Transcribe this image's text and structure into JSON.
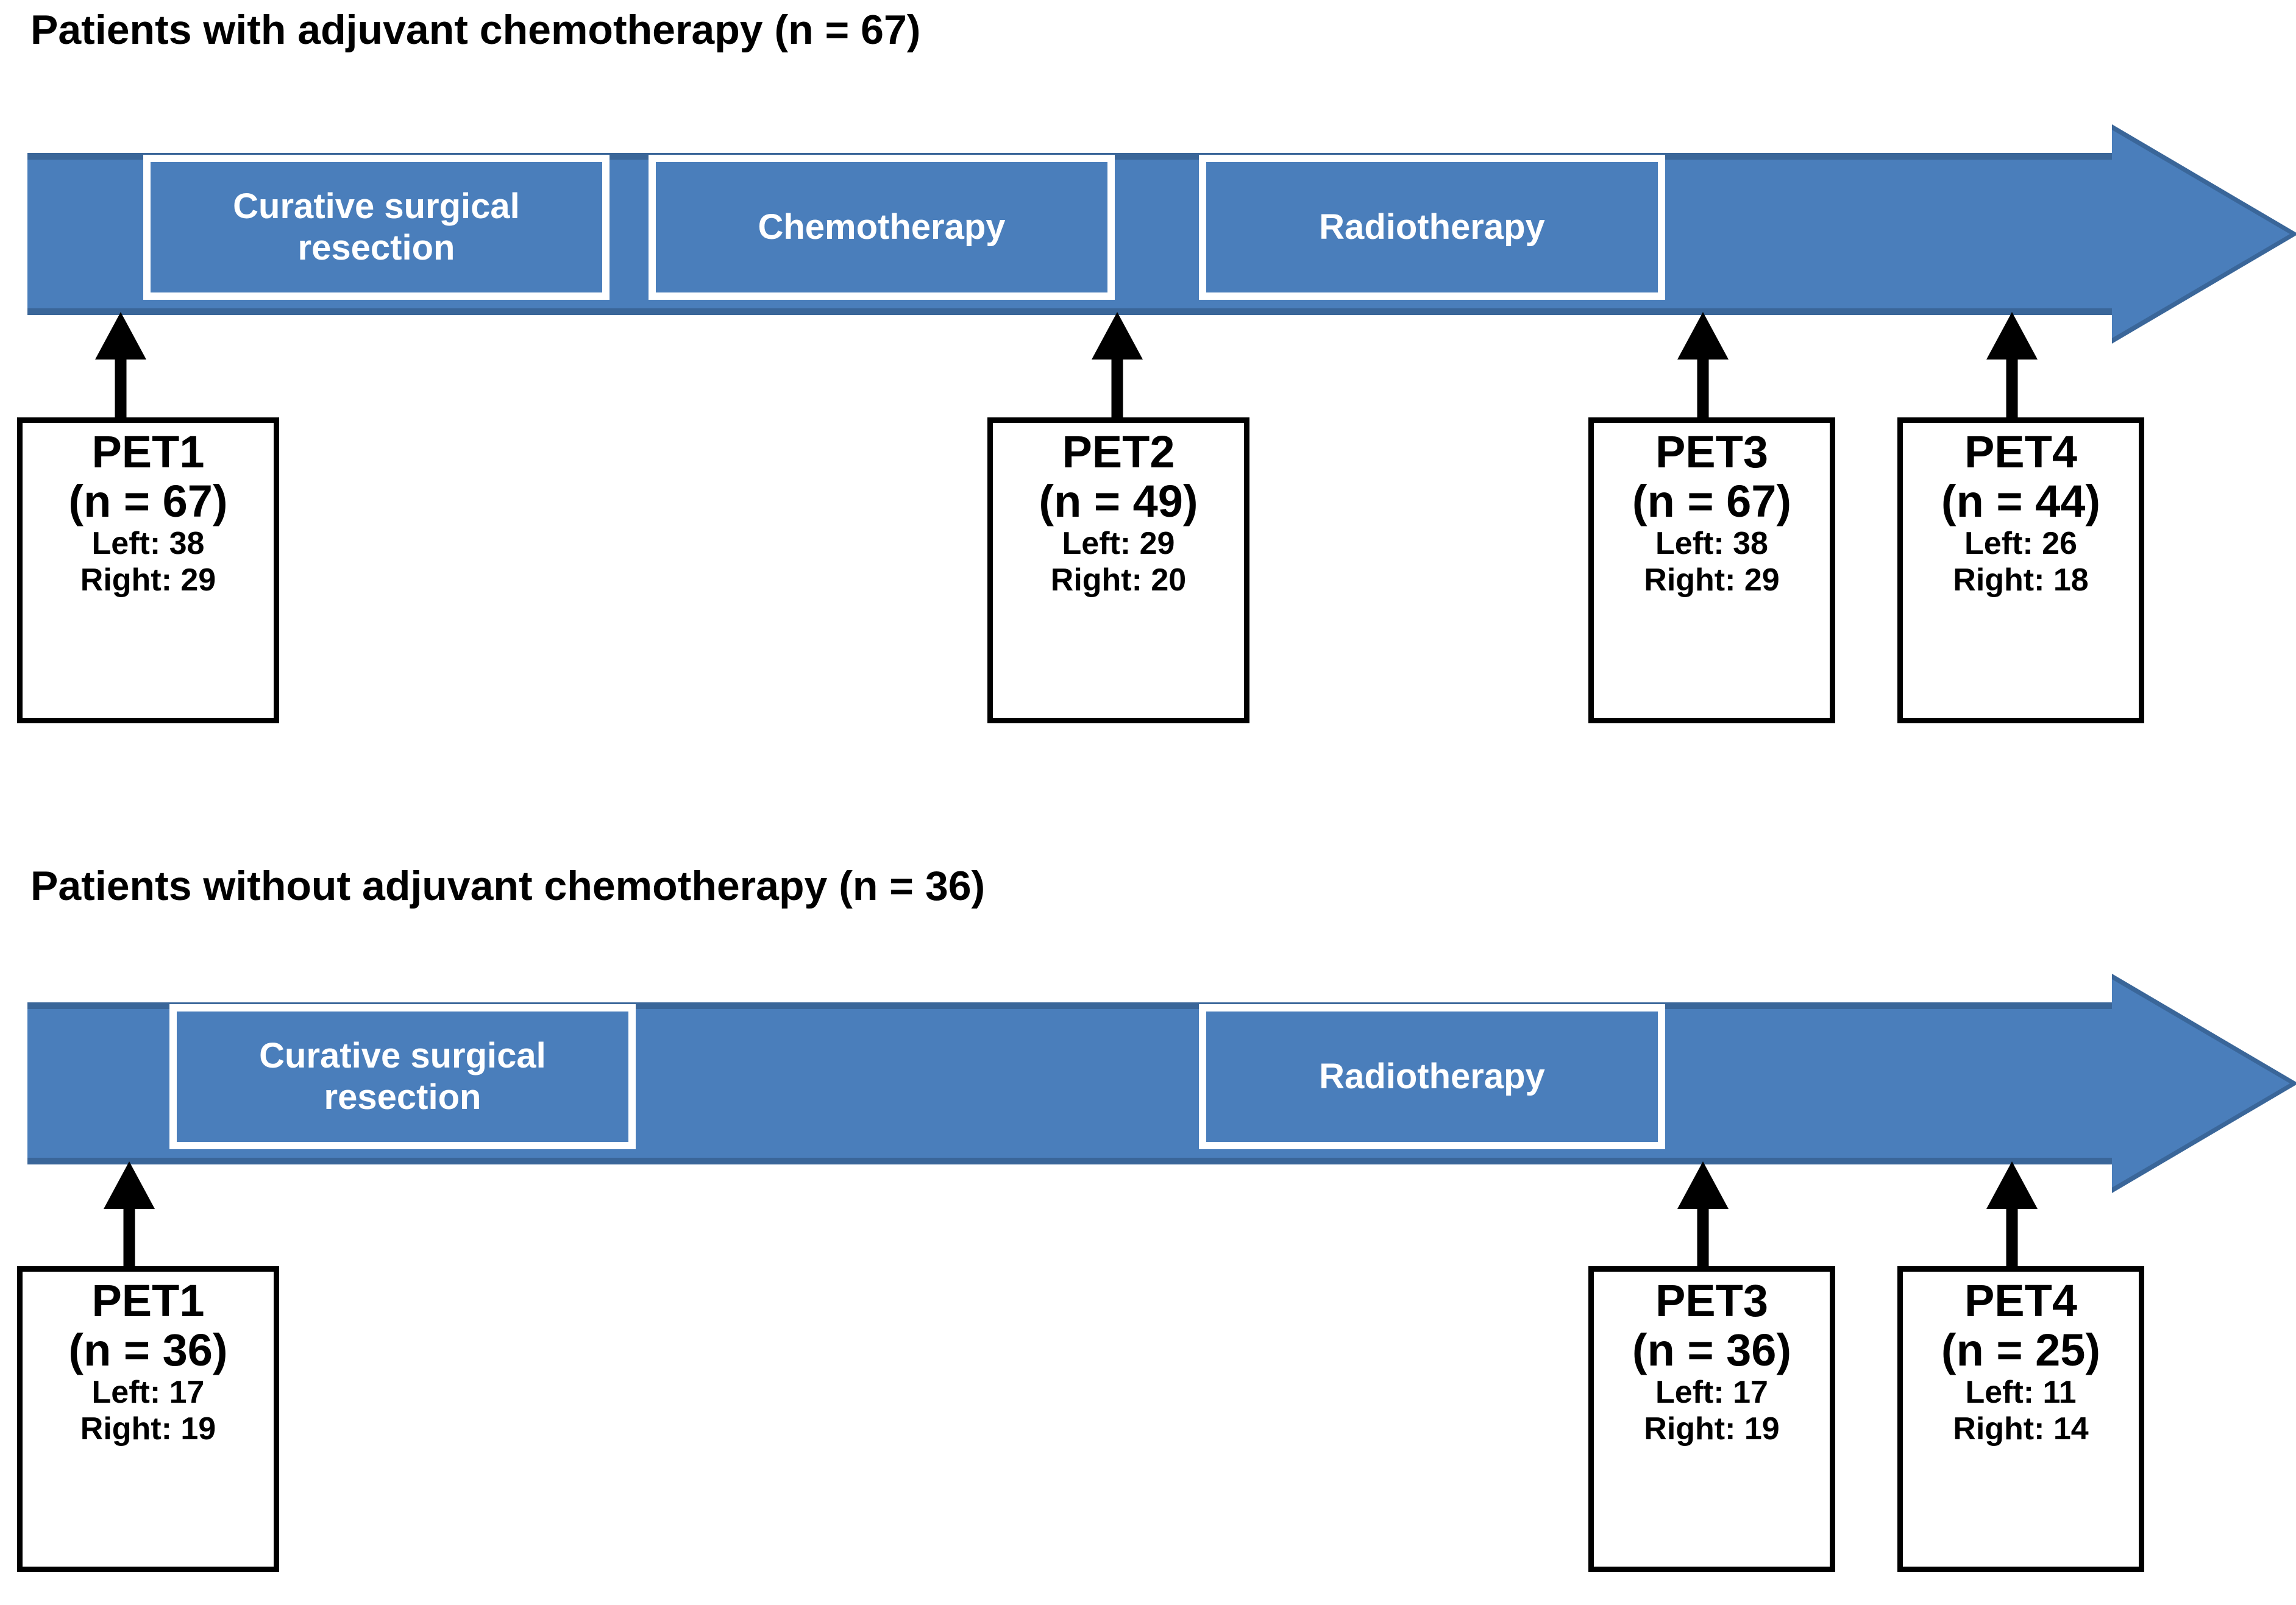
{
  "figure": {
    "type": "timeline-diagram",
    "description": "Two parallel treatment timelines showing PET imaging time points for patients with and without adjuvant chemotherapy"
  },
  "colors": {
    "arrow_fill": "#4A7EBB",
    "arrow_edge": "#3A6699",
    "phase_label_text": "#FFFFFF",
    "box_border": "#000000",
    "text": "#000000",
    "background": "#FFFFFF"
  },
  "sections": [
    {
      "id": "with-chemo",
      "title": "Patients with  adjuvant chemotherapy (n = 67)",
      "phases": [
        {
          "id": "curative-surgical-resection",
          "label": "Curative surgical resection"
        },
        {
          "id": "chemotherapy",
          "label": "Chemotherapy"
        },
        {
          "id": "radiotherapy",
          "label": "Radiotherapy"
        }
      ],
      "timepoints": [
        {
          "id": "pet1",
          "name": "PET1",
          "count": "(n = 67)",
          "left": "Left: 38",
          "right": "Right: 29"
        },
        {
          "id": "pet2",
          "name": "PET2",
          "count": "(n = 49)",
          "left": "Left: 29",
          "right": "Right: 20"
        },
        {
          "id": "pet3",
          "name": "PET3",
          "count": "(n = 67)",
          "left": "Left: 38",
          "right": "Right: 29"
        },
        {
          "id": "pet4",
          "name": "PET4",
          "count": "(n = 44)",
          "left": "Left: 26",
          "right": "Right: 18"
        }
      ]
    },
    {
      "id": "without-chemo",
      "title": "Patients without adjuvant chemotherapy (n = 36)",
      "phases": [
        {
          "id": "curative-surgical-resection",
          "label": "Curative surgical resection"
        },
        {
          "id": "radiotherapy",
          "label": "Radiotherapy"
        }
      ],
      "timepoints": [
        {
          "id": "pet1",
          "name": "PET1",
          "count": "(n = 36)",
          "left": "Left: 17",
          "right": "Right: 19"
        },
        {
          "id": "pet3",
          "name": "PET3",
          "count": "(n = 36)",
          "left": "Left: 17",
          "right": "Right: 19"
        },
        {
          "id": "pet4",
          "name": "PET4",
          "count": "(n = 25)",
          "left": "Left: 11",
          "right": "Right: 14"
        }
      ]
    }
  ]
}
